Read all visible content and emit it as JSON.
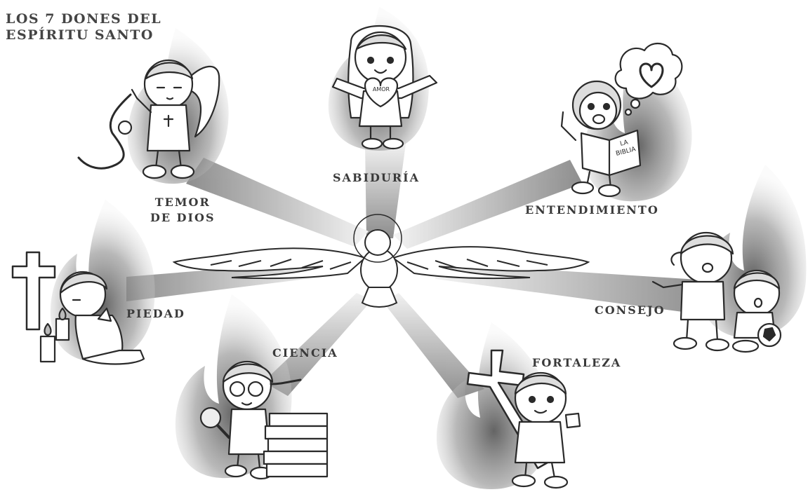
{
  "title": {
    "line1": "LOS 7 DONES DEL",
    "line2": "ESPÍRITU SANTO"
  },
  "gifts": {
    "sabiduria": {
      "label": "SABIDURÍA",
      "prop_text": "AMOR"
    },
    "temor_de_dios": {
      "label_line1": "TEMOR",
      "label_line2": "DE DIOS"
    },
    "entendimiento": {
      "label": "ENTENDIMIENTO",
      "book_line1": "LA",
      "book_line2": "BIBLIA"
    },
    "piedad": {
      "label": "PIEDAD"
    },
    "ciencia": {
      "label": "CIENCIA"
    },
    "fortaleza": {
      "label": "FORTALEZA"
    },
    "consejo": {
      "label": "CONSEJO"
    }
  },
  "colors": {
    "ink": "#2a2a2a",
    "flame": "#9a9a9a",
    "ray": "#8c8c8c",
    "background": "#ffffff"
  }
}
